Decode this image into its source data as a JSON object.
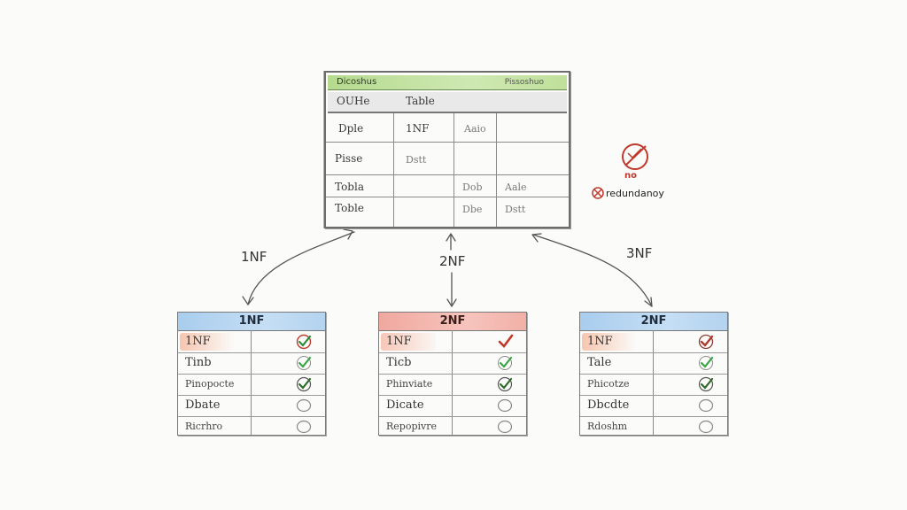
{
  "main_table": {
    "header_left": "Dicoshus",
    "header_right": "Pissoshuo",
    "subheader": [
      "OUHe",
      "Table"
    ],
    "rows": [
      [
        "Dple",
        "1NF",
        "Aaio",
        ""
      ],
      [
        "Pisse",
        "Dstt",
        "",
        ""
      ],
      [
        "Tobla",
        "",
        "Dob",
        "Aale"
      ],
      [
        "Toble",
        "",
        "Dbe",
        "Dstt"
      ]
    ]
  },
  "arrow_labels": [
    "1NF",
    "2NF",
    "3NF"
  ],
  "legend": {
    "no_label": "no",
    "redundancy_label": "redundanoy",
    "no_color": "#c0392b"
  },
  "nf_tables": [
    {
      "title": "1NF",
      "header_color": "#a9cdee",
      "rows": [
        {
          "label": "1NF",
          "mark": "check-red-green"
        },
        {
          "label": "Tinb",
          "mark": "check-green"
        },
        {
          "label": "Pinopocte",
          "mark": "check-dark"
        },
        {
          "label": "Dbate",
          "mark": "circle"
        },
        {
          "label": "Ricrhro",
          "mark": "circle"
        }
      ]
    },
    {
      "title": "2NF",
      "header_color": "#f0a89f",
      "rows": [
        {
          "label": "1NF",
          "mark": "check-red"
        },
        {
          "label": "Ticb",
          "mark": "check-green"
        },
        {
          "label": "Phinviate",
          "mark": "check-dark"
        },
        {
          "label": "Dicate",
          "mark": "circle"
        },
        {
          "label": "Repopivre",
          "mark": "circle"
        }
      ]
    },
    {
      "title": "2NF",
      "header_color": "#a9cdee",
      "rows": [
        {
          "label": "1NF",
          "mark": "check-red"
        },
        {
          "label": "Tale",
          "mark": "check-green"
        },
        {
          "label": "Phicotze",
          "mark": "check-dark"
        },
        {
          "label": "Dbcdte",
          "mark": "circle"
        },
        {
          "label": "Rdoshm",
          "mark": "circle"
        }
      ]
    }
  ]
}
